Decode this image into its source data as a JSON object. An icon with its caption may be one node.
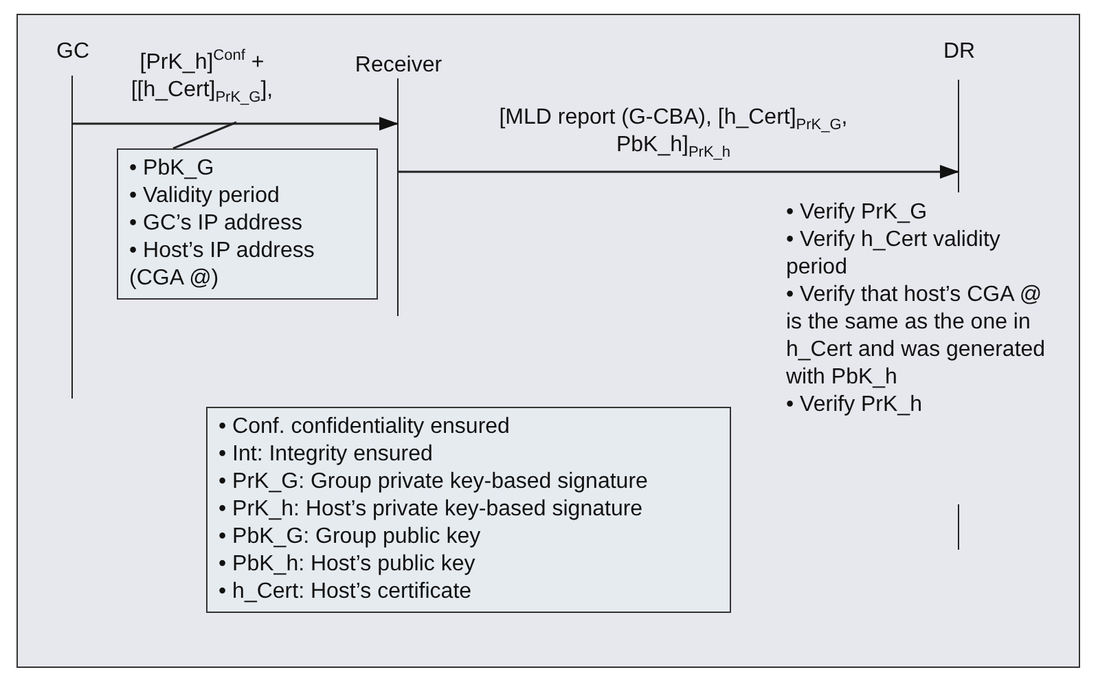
{
  "diagram": {
    "nodes": [
      {
        "text": [
          "GC"
        ]
      },
      {
        "text": [
          "Receiver"
        ]
      },
      {
        "text": [
          "DR"
        ],
        "beside": [
          "• Verify PrK_G",
          "• Verify h_Cert validity period",
          "• Verify that host’s CGA @ is the same as the one in h_Cert and was generated with PbK_h",
          "• Verify PrK_h"
        ]
      },
      {
        "text": [
          "• PbK_G",
          "• Validity period",
          "• GC’s IP address",
          "• Host’s IP address (CGA @)"
        ]
      },
      {
        "text": [
          "• Conf. confidentiality ensured",
          "• Int: Integrity ensured",
          "• PrK_G: Group private key-based signature",
          "• PrK_h: Host’s private key-based signature",
          "• PbK_G: Group public key",
          "• PbK_h: Host’s public key",
          "• h_Cert: Host’s certificate"
        ]
      }
    ],
    "edges": [
      {
        "from": 0,
        "to": 1,
        "arrow": "to",
        "label": "[PrK_h]$^{Conf}$ + [[h_Cert]$_{PrK_G}$],"
      },
      {
        "from": 1,
        "to": 2,
        "arrow": "to",
        "label": "[MLD report (G-CBA), [h_Cert]$_{PrK_G}$, PbK_h]$_{PrK_h}$"
      },
      {
        "from": 3,
        "to": null,
        "arrow": "none"
      }
    ]
  }
}
